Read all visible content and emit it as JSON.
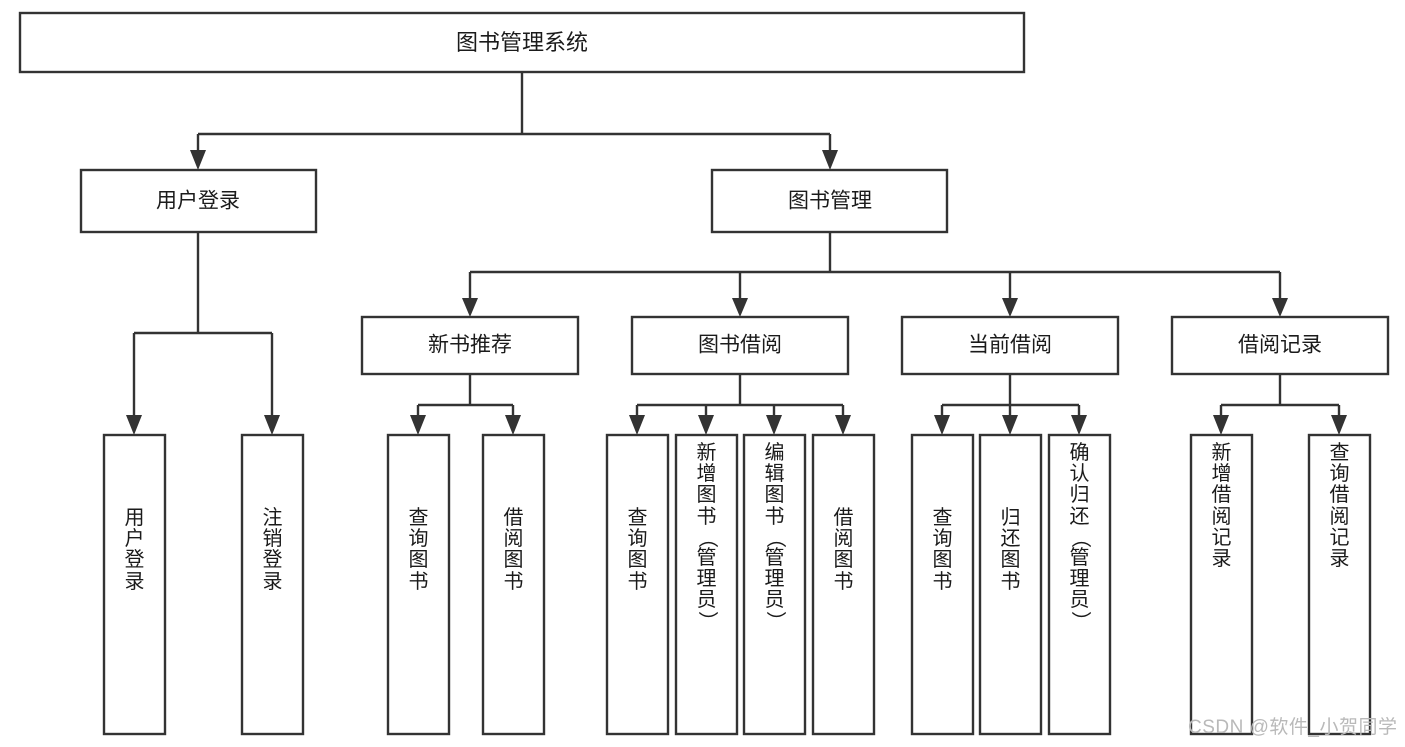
{
  "diagram": {
    "title": "图书管理系统",
    "type": "tree-hierarchy",
    "watermark": "CSDN @软件_小贺同学",
    "colors": {
      "background": "#ffffff",
      "box_fill": "#ffffff",
      "box_stroke": "#333333",
      "text": "#1b1b1b",
      "watermark": "#b9b9b9"
    },
    "nodes": {
      "root": {
        "label": "图书管理系统"
      },
      "level2": [
        {
          "id": "user-login",
          "label": "用户登录"
        },
        {
          "id": "book-manage",
          "label": "图书管理"
        }
      ],
      "level3": [
        {
          "id": "new-book-rec",
          "label": "新书推荐"
        },
        {
          "id": "book-borrow",
          "label": "图书借阅"
        },
        {
          "id": "current-borrow",
          "label": "当前借阅"
        },
        {
          "id": "borrow-record",
          "label": "借阅记录"
        }
      ],
      "leaves": {
        "user-login": [
          {
            "id": "leaf-user-login",
            "label": "用户登录"
          },
          {
            "id": "leaf-user-logout",
            "label": "注销登录"
          }
        ],
        "new-book-rec": [
          {
            "id": "leaf-query-book-1",
            "label": "查询图书"
          },
          {
            "id": "leaf-borrow-book-1",
            "label": "借阅图书"
          }
        ],
        "book-borrow": [
          {
            "id": "leaf-query-book-2",
            "label": "查询图书"
          },
          {
            "id": "leaf-add-book",
            "label": "新增图书（管理员）"
          },
          {
            "id": "leaf-edit-book",
            "label": "编辑图书（管理员）"
          },
          {
            "id": "leaf-borrow-book-2",
            "label": "借阅图书"
          }
        ],
        "current-borrow": [
          {
            "id": "leaf-query-book-3",
            "label": "查询图书"
          },
          {
            "id": "leaf-return-book",
            "label": "归还图书"
          },
          {
            "id": "leaf-confirm-return",
            "label": "确认归还（管理员）"
          }
        ],
        "borrow-record": [
          {
            "id": "leaf-add-record",
            "label": "新增借阅记录"
          },
          {
            "id": "leaf-query-record",
            "label": "查询借阅记录"
          }
        ]
      }
    }
  }
}
